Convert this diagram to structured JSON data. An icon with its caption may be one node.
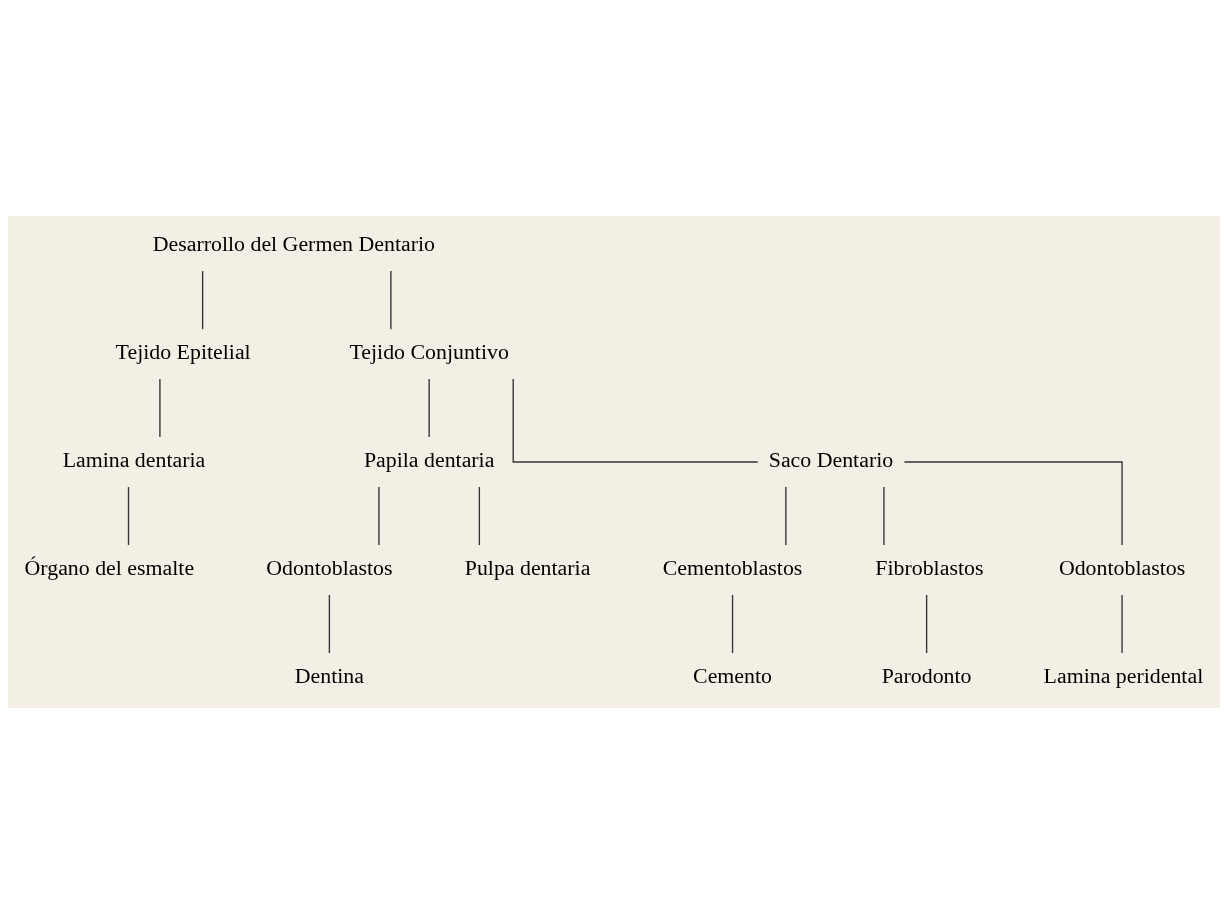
{
  "diagram": {
    "nodes": [
      {
        "text": [
          "Desarrollo del Germen Dentario"
        ]
      },
      {
        "text": [
          "Tejido Epitelial"
        ]
      },
      {
        "text": [
          "Tejido Conjuntivo"
        ]
      },
      {
        "text": [
          "Lamina dentaria"
        ]
      },
      {
        "text": [
          "Órgano del esmalte"
        ]
      },
      {
        "text": [
          "Papila dentaria"
        ]
      },
      {
        "text": [
          "Saco Dentario"
        ]
      },
      {
        "text": [
          "Odontoblastos"
        ]
      },
      {
        "text": [
          "Pulpa dentaria"
        ]
      },
      {
        "text": [
          "Dentina"
        ]
      },
      {
        "text": [
          "Cementoblastos"
        ]
      },
      {
        "text": [
          "Fibroblastos"
        ]
      },
      {
        "text": [
          "Odontoblastos"
        ]
      },
      {
        "text": [
          "Cemento"
        ]
      },
      {
        "text": [
          "Parodonto"
        ]
      },
      {
        "text": [
          "Lamina peridental"
        ]
      }
    ],
    "edges": [
      {
        "from": 0,
        "to": 1,
        "arrow": "none"
      },
      {
        "from": 0,
        "to": 2,
        "arrow": "none"
      },
      {
        "from": 1,
        "to": 3,
        "arrow": "none"
      },
      {
        "from": 3,
        "to": 4,
        "arrow": "none"
      },
      {
        "from": 2,
        "to": 5,
        "arrow": "none"
      },
      {
        "from": 2,
        "to": 6,
        "arrow": "none"
      },
      {
        "from": 5,
        "to": 7,
        "arrow": "none"
      },
      {
        "from": 5,
        "to": 8,
        "arrow": "none"
      },
      {
        "from": 7,
        "to": 9,
        "arrow": "none"
      },
      {
        "from": 6,
        "to": 10,
        "arrow": "none"
      },
      {
        "from": 6,
        "to": 11,
        "arrow": "none"
      },
      {
        "from": 6,
        "to": 12,
        "arrow": "none"
      },
      {
        "from": 10,
        "to": 13,
        "arrow": "none"
      },
      {
        "from": 11,
        "to": 14,
        "arrow": "none"
      },
      {
        "from": 12,
        "to": 15,
        "arrow": "none"
      }
    ]
  }
}
